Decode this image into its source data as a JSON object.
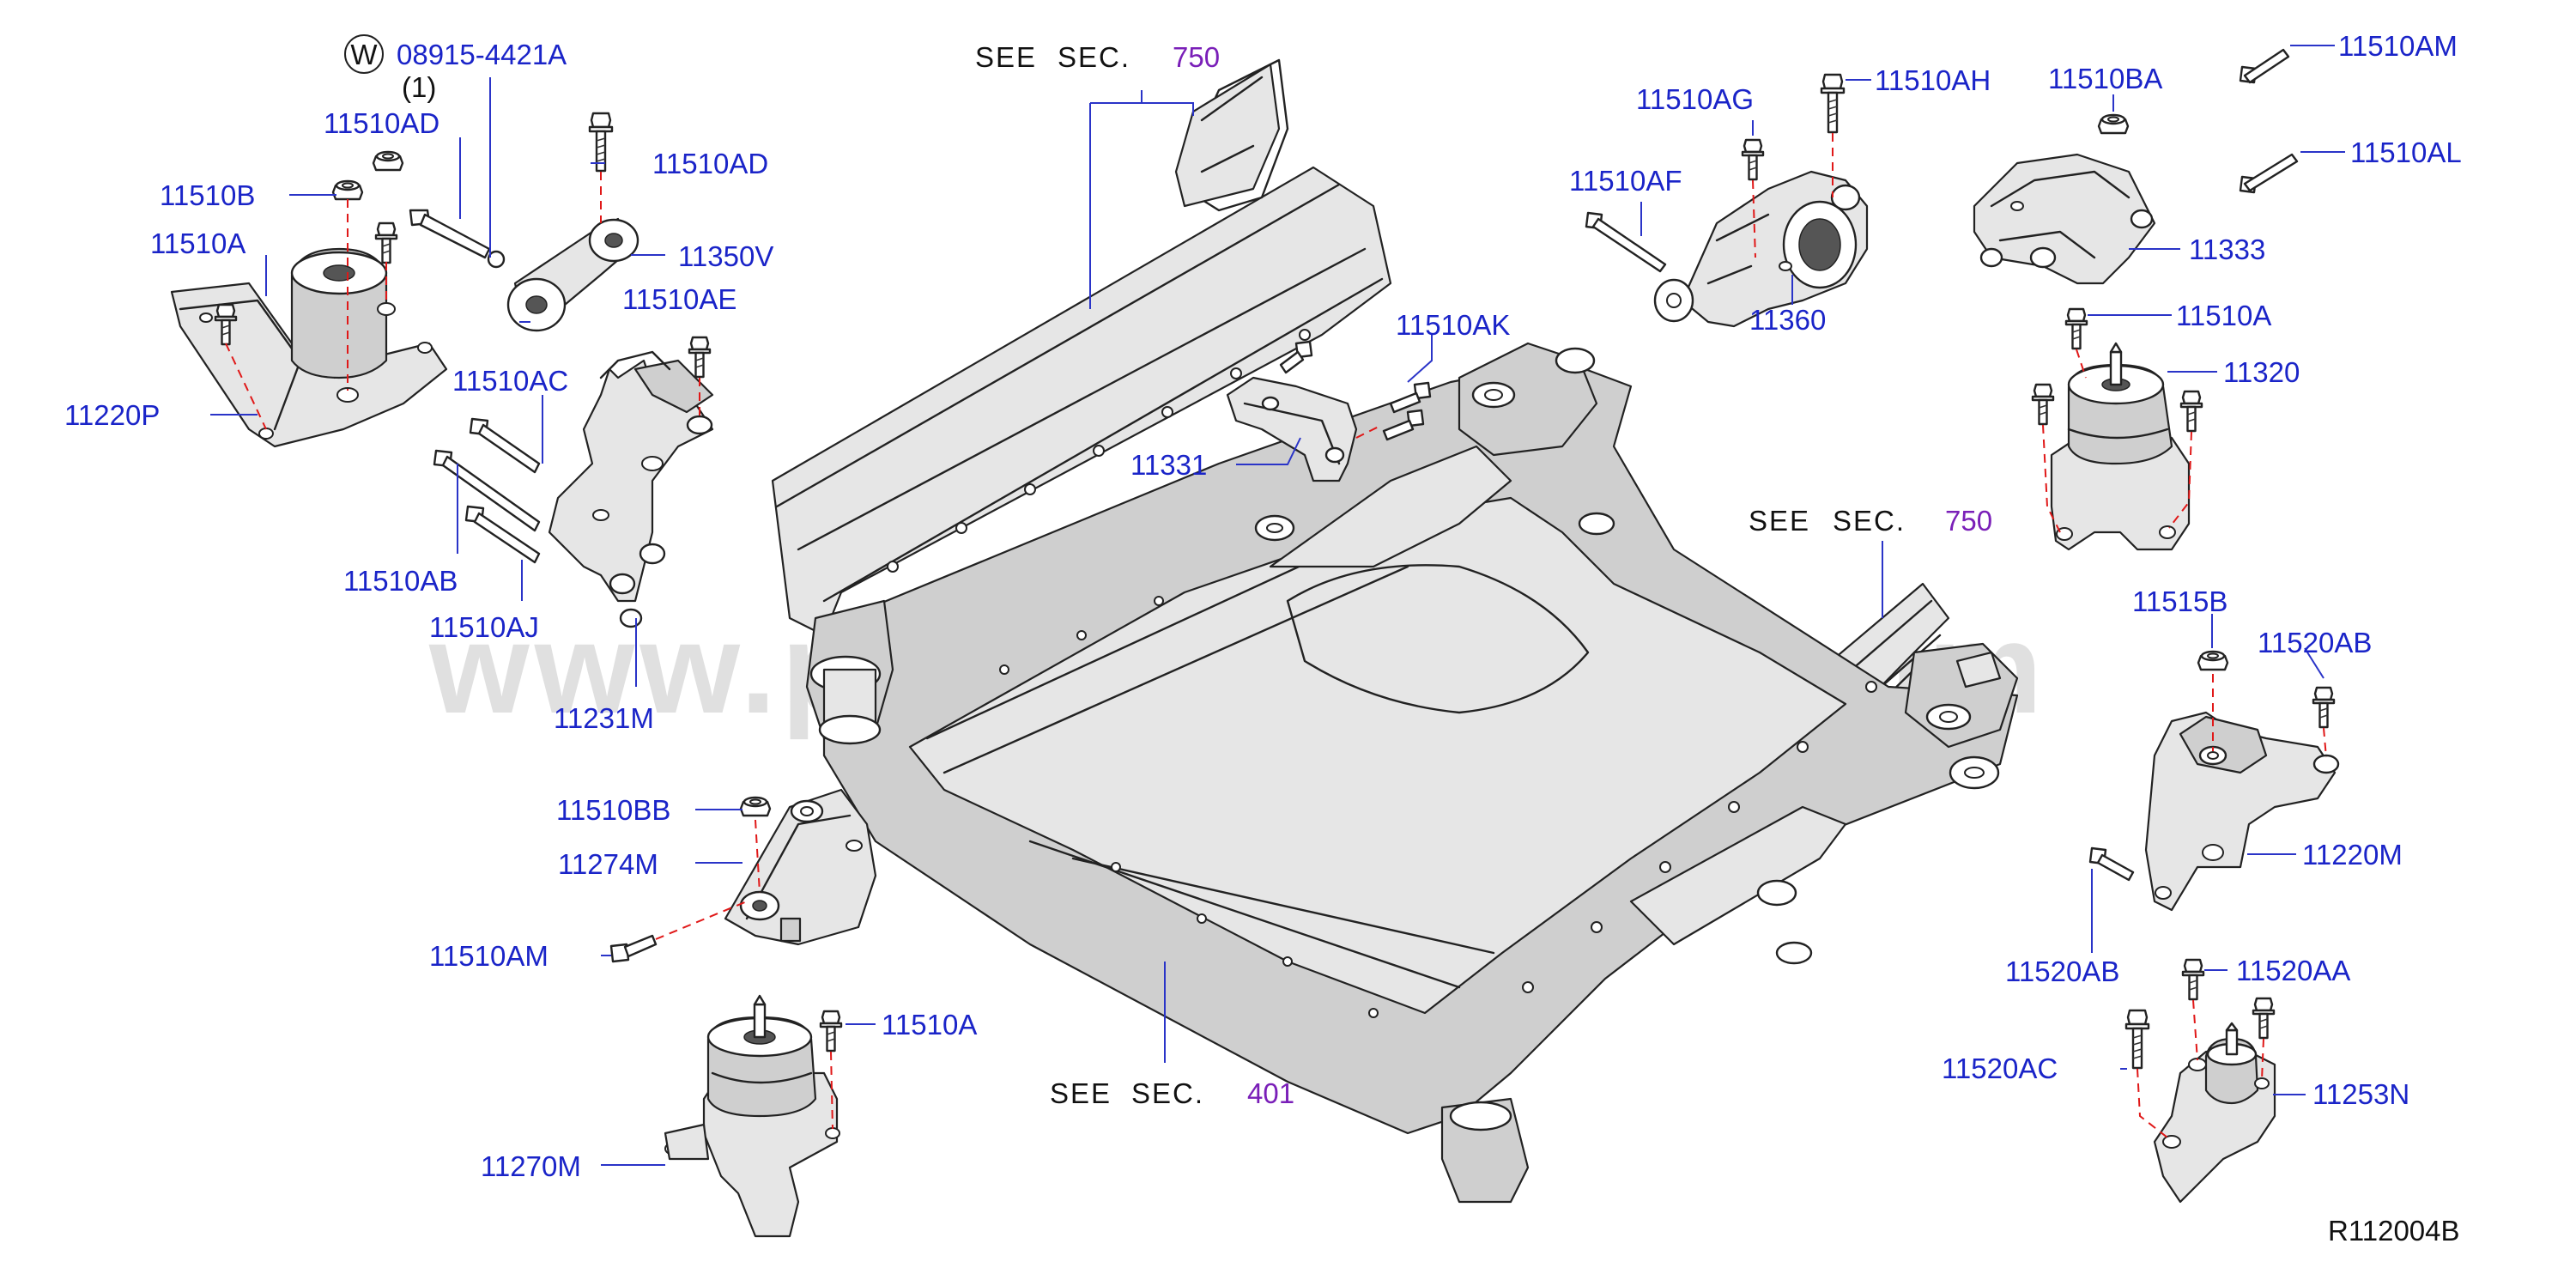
{
  "colors": {
    "part_label": "#1a24c8",
    "section_number": "#7a1fb8",
    "see_text": "#111111",
    "dashed_line": "#e01818",
    "watermark": "#c8c8c8"
  },
  "watermark": "www.partsassistant.com",
  "ref_code": "R112004B",
  "washer_symbol": "W",
  "washer_part": "08915-4421A",
  "washer_qty": "(1)",
  "see_word": "SEE",
  "sec_word": "SEC.",
  "sec_750": "750",
  "sec_401": "401",
  "labels": {
    "l_11510AD_top": "11510AD",
    "l_11510AD_right": "11510AD",
    "l_11510B": "11510B",
    "l_11510A_left": "11510A",
    "l_11220P": "11220P",
    "l_11350V": "11350V",
    "l_11510AE": "11510AE",
    "l_11510AC": "11510AC",
    "l_11510AB": "11510AB",
    "l_11510AJ": "11510AJ",
    "l_11231M": "11231M",
    "l_11510BB": "11510BB",
    "l_11274M": "11274M",
    "l_11510AM_left": "11510AM",
    "l_11510A_bottom": "11510A",
    "l_11270M": "11270M",
    "l_11510AK": "11510AK",
    "l_11331": "11331",
    "l_11510AG": "11510AG",
    "l_11510AH": "11510AH",
    "l_11510AF": "11510AF",
    "l_11360": "11360",
    "l_11510BA": "11510BA",
    "l_11510AM_right": "11510AM",
    "l_11510AL": "11510AL",
    "l_11333": "11333",
    "l_11510A_right": "11510A",
    "l_11320": "11320",
    "l_11515B": "11515B",
    "l_11520AB_top": "11520AB",
    "l_11220M": "11220M",
    "l_11520AB_bottom": "11520AB",
    "l_11520AA": "11520AA",
    "l_11520AC": "11520AC",
    "l_11253N": "11253N"
  }
}
